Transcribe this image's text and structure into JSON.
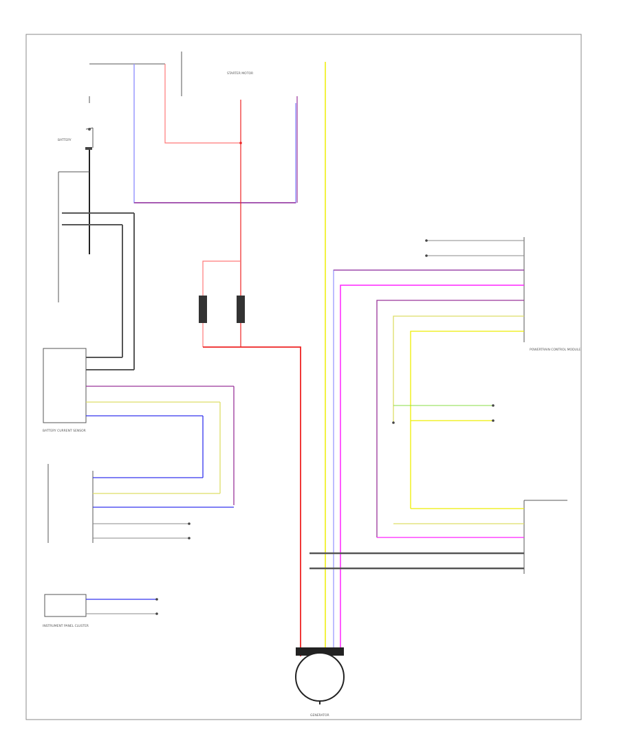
{
  "diagram": {
    "title": "",
    "frame_id": "",
    "labels": {
      "underhood_fuse": "",
      "battery": "BATTERY",
      "starter": "STARTER MOTOR",
      "battery_junction_box": "",
      "power_distribution": "",
      "fuse_a": "",
      "fuse_b": "",
      "battery_current_sensor": "BATTERY CURRENT SENSOR",
      "body_control_module": "",
      "instrument_panel_cluster": "INSTRUMENT PANEL CLUSTER",
      "powertrain_control_module": "POWERTRAIN CONTROL MODULE",
      "generator_current_sensor": "",
      "generator": "GENERATOR",
      "comm_network_1": "",
      "comm_network_2": "",
      "ground_note": "",
      "splice_note_1": "",
      "splice_note_2": "",
      "engine_ground": ""
    },
    "colors": {
      "red": "#ee2222",
      "pink": "#ff7777",
      "blue": "#3333ee",
      "purple": "#993399",
      "magenta": "#ff22ff",
      "yellow": "#eeee00",
      "green": "#88dd44",
      "black": "#222222",
      "gray": "#555555"
    }
  }
}
